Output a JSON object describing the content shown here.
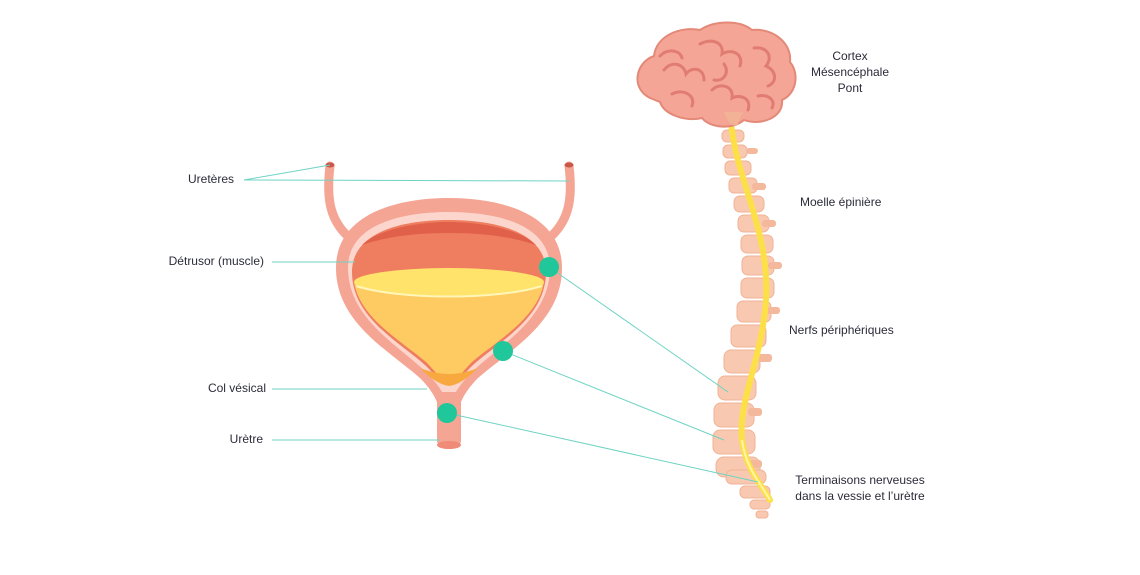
{
  "labels": {
    "ureteres": "Uretères",
    "detrusor": "Détrusor (muscle)",
    "col_vesical": "Col vésical",
    "uretre": "Urètre",
    "brain_regions": [
      "Cortex",
      "Mésencéphale",
      "Pont"
    ],
    "moelle": "Moelle épinière",
    "nerfs": "Nerfs périphériques",
    "terminaisons": [
      "Terminaisons nerveuses",
      "dans la vessie et l’urètre"
    ]
  },
  "colors": {
    "bladder_outer": "#f5a593",
    "bladder_muscle": "#ef7d60",
    "bladder_muscle_dark": "#e0604a",
    "urine": "#fdcb62",
    "urine_light": "#ffe36b",
    "brain": "#f4a595",
    "brain_fold": "#e07c72",
    "spine": "#f8c9b0",
    "spinal_cord": "#fde047",
    "marker": "#20c79b",
    "leader_line": "#6fd3c3"
  },
  "icons": [
    "bladder-illustration",
    "brain-illustration",
    "spine-illustration"
  ]
}
